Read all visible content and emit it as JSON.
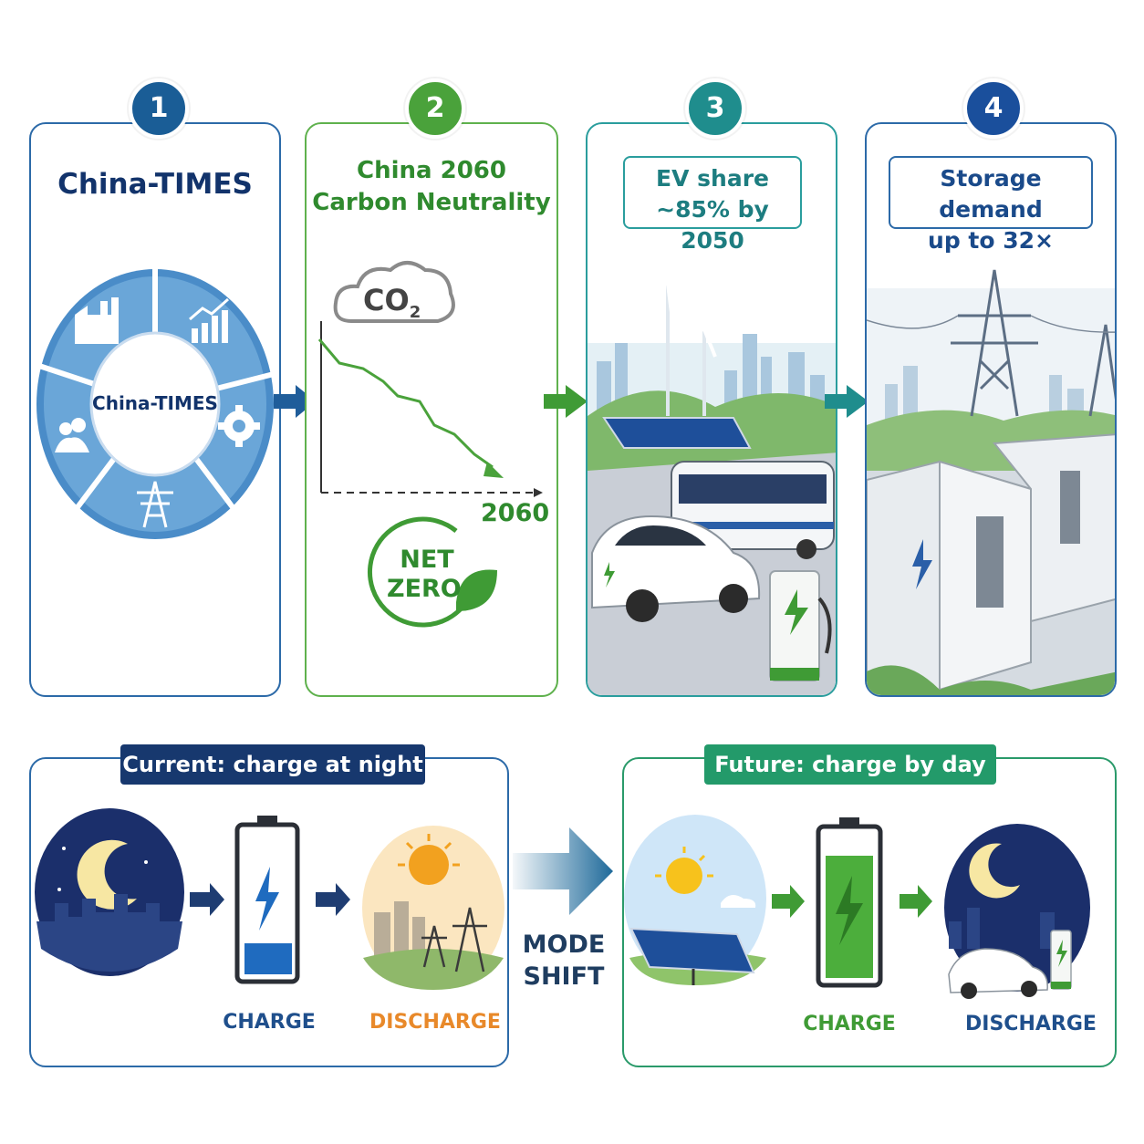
{
  "steps": [
    {
      "number": "1",
      "color": "#1a5d96"
    },
    {
      "number": "2",
      "color": "#4aa23b"
    },
    {
      "number": "3",
      "color": "#1f8d8d"
    },
    {
      "number": "4",
      "color": "#1a4f9c"
    }
  ],
  "panel1": {
    "title": "China-TIMES",
    "wheel_center": "China-TIMES",
    "icons": [
      "factory-icon",
      "growth-chart-icon",
      "gear-icon",
      "power-tower-icon",
      "people-icon"
    ]
  },
  "panel2": {
    "title_line1": "China 2060",
    "title_line2": "Carbon Neutrality",
    "co2_label": "CO",
    "co2_sub": "2",
    "year_label": "2060",
    "net_zero_line1": "NET",
    "net_zero_line2": "ZERO"
  },
  "panel3": {
    "callout_line1": "EV share",
    "callout_line2": "~85% by 2050"
  },
  "panel4": {
    "callout_line1": "Storage demand",
    "callout_line2": "up to 32×"
  },
  "current": {
    "banner": "Current: charge at night",
    "charge_label": "CHARGE",
    "discharge_label": "DISCHARGE"
  },
  "future": {
    "banner": "Future: charge by day",
    "charge_label": "CHARGE",
    "discharge_label": "DISCHARGE"
  },
  "mode_shift": {
    "line1": "MODE",
    "line2": "SHIFT"
  },
  "colors": {
    "navy": "#12336b",
    "green": "#3f9b35",
    "orange": "#e8892a",
    "teal": "#1f8d8d",
    "blue": "#1a5d96"
  }
}
